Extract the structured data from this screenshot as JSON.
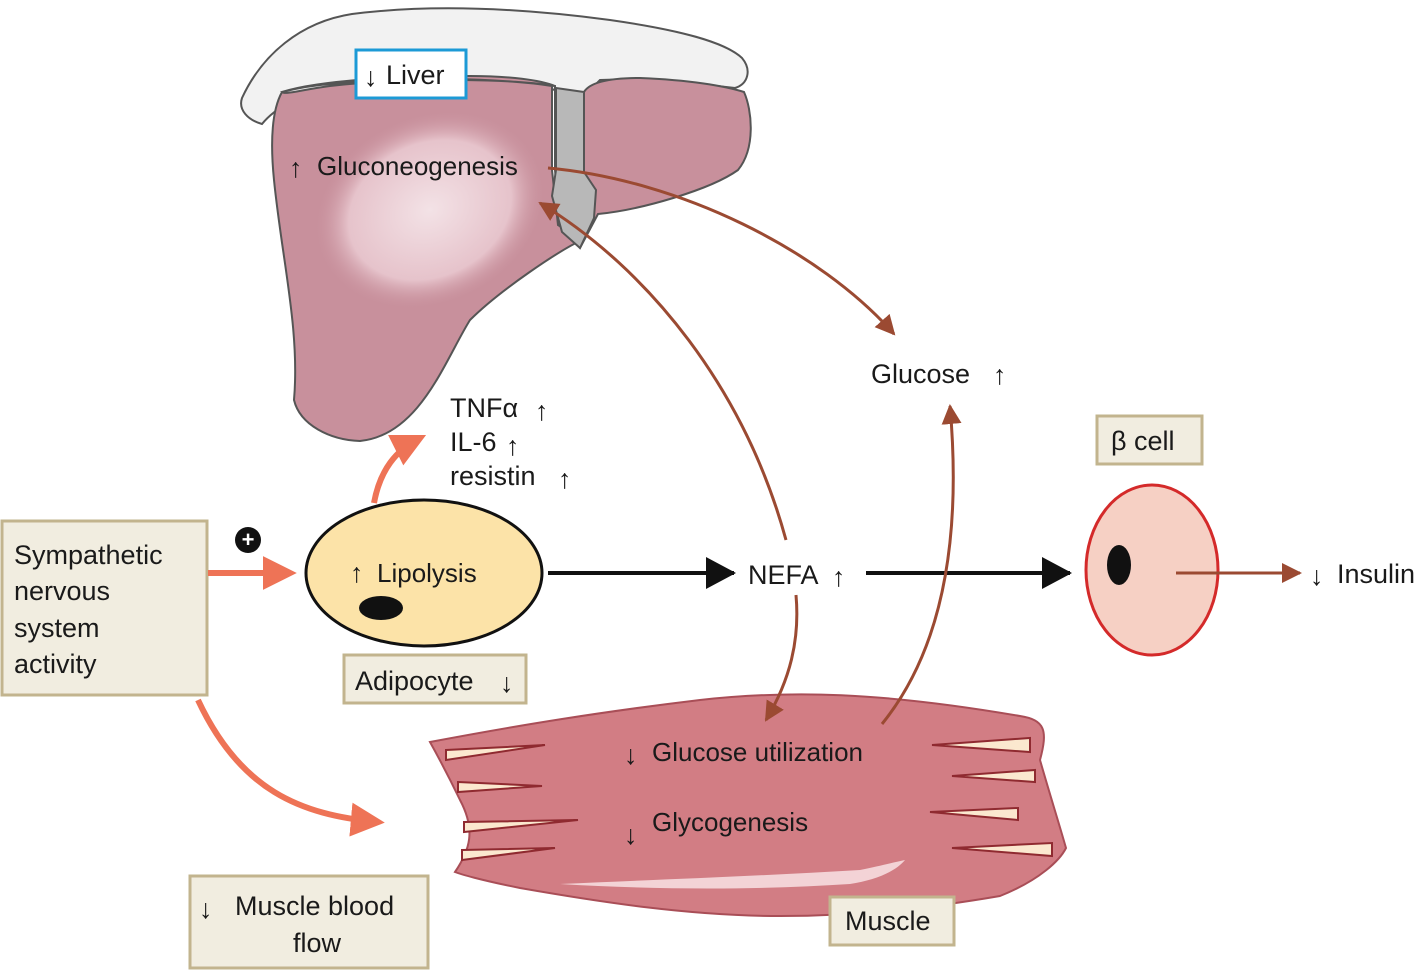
{
  "organs": {
    "liver": {
      "label": "Liver",
      "arrow": "↓",
      "process_arrow": "↑",
      "process": "Gluconeogenesis"
    },
    "adipocyte": {
      "label": "Adipocyte",
      "arrow": "↓",
      "process_arrow": "↑",
      "process": "Lipolysis"
    },
    "beta_cell": {
      "label": "β cell"
    },
    "muscle": {
      "label": "Muscle",
      "process1_arrow": "↓",
      "process1": "Glucose utilization",
      "process2_arrow": "↓",
      "process2": "Glycogenesis"
    }
  },
  "cytokines": {
    "tnf": {
      "label": "TNFα",
      "arrow": "↑"
    },
    "il6": {
      "label": "IL-6",
      "arrow": "↑"
    },
    "resistin": {
      "label": "resistin",
      "arrow": "↑"
    }
  },
  "mediators": {
    "nefa": {
      "label": "NEFA",
      "arrow": "↑"
    },
    "glucose": {
      "label": "Glucose",
      "arrow": "↑"
    },
    "insulin": {
      "label": "Insulin",
      "arrow": "↓"
    }
  },
  "boxes": {
    "sympathetic": {
      "line1": "Sympathetic",
      "line2": "nervous",
      "line3": "system",
      "line4": "activity"
    },
    "muscle_blood_flow": {
      "arrow": "↓",
      "line1": "Muscle blood",
      "line2": "flow"
    }
  },
  "plus_symbol": "+",
  "colors": {
    "liver": "#c8909c",
    "liver_highlight": "#ecd4da",
    "adipocyte_fill": "#fce3a8",
    "beta_fill": "#f6d0c4",
    "beta_outline": "#d42a2a",
    "muscle": "#d27d84",
    "label_box_fill": "#f1ede0",
    "label_box_border": "#c2b48e",
    "liver_box_border": "#1c9ad6",
    "brown_arrow": "#9b4a32",
    "orange_arrow": "#ee7356"
  }
}
